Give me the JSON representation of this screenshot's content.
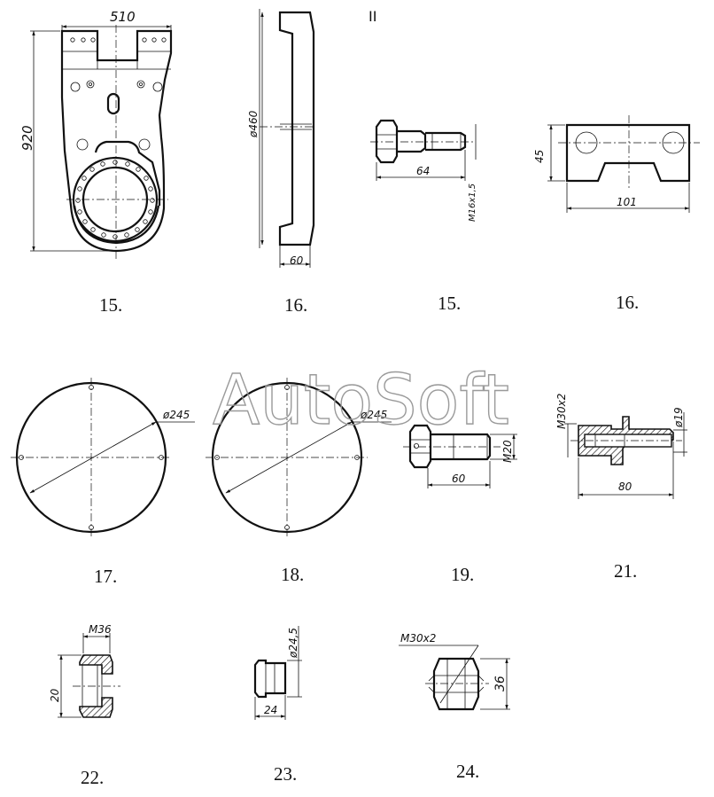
{
  "sheet_mark": "II",
  "watermark": "AutoSoft",
  "figures": [
    {
      "caption": "15.",
      "dims": [
        "510",
        "920"
      ]
    },
    {
      "caption": "16.",
      "dims": [
        "ø460",
        "60"
      ]
    },
    {
      "caption": "15.",
      "dims": [
        "64",
        "M16x1,5"
      ]
    },
    {
      "caption": "16.",
      "dims": [
        "45",
        "101"
      ]
    },
    {
      "caption": "17.",
      "dims": [
        "ø245"
      ]
    },
    {
      "caption": "18.",
      "dims": [
        "ø245"
      ]
    },
    {
      "caption": "19.",
      "dims": [
        "M20",
        "60"
      ]
    },
    {
      "caption": "21.",
      "dims": [
        "M30x2",
        "ø19",
        "80"
      ]
    },
    {
      "caption": "22.",
      "dims": [
        "20",
        "M36"
      ]
    },
    {
      "caption": "23.",
      "dims": [
        "ø24,5",
        "24"
      ]
    },
    {
      "caption": "24.",
      "dims": [
        "M30x2",
        "36"
      ]
    }
  ]
}
